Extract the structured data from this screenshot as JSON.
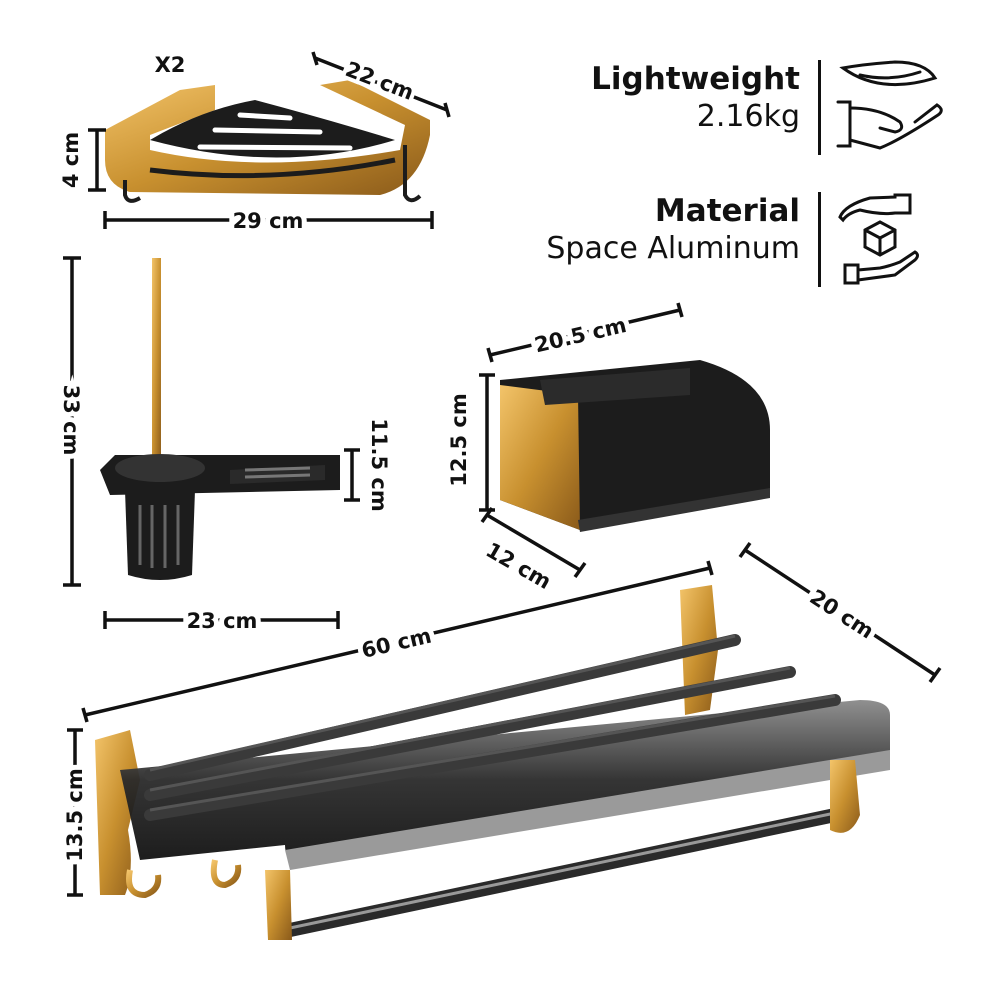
{
  "features": [
    {
      "title": "Lightweight",
      "value": "2.16kg",
      "icon": "feather-hand-icon"
    },
    {
      "title": "Material",
      "value": "Space Aluminum",
      "icon": "hands-cube-icon"
    }
  ],
  "products": {
    "corner_shelf": {
      "quantity": "X2",
      "depth": "22 cm",
      "height": "4 cm",
      "width": "29 cm"
    },
    "toilet_brush_holder": {
      "height": "33 cm",
      "tray_height": "11.5 cm",
      "width": "23 cm"
    },
    "paper_holder": {
      "width": "20.5 cm",
      "height": "12.5 cm",
      "depth": "12 cm"
    },
    "towel_rack": {
      "length": "60 cm",
      "depth": "20 cm",
      "height": "13.5 cm"
    }
  },
  "colors": {
    "gold": "#c8902f",
    "black": "#1c1c1c"
  }
}
